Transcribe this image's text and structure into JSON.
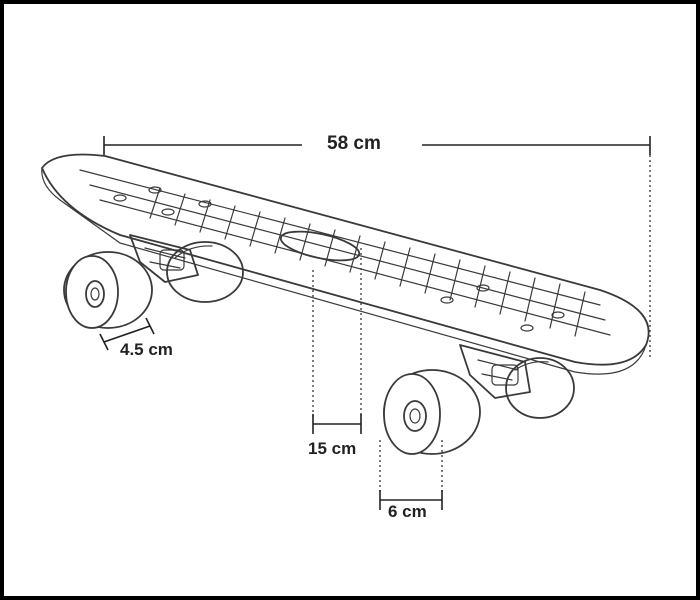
{
  "dimensions": {
    "length": "58 cm",
    "wheel_width": "4.5 cm",
    "deck_width": "15 cm",
    "wheel_diameter": "6 cm"
  },
  "colors": {
    "line": "#3a3a3a",
    "frame": "#000000",
    "background": "#ffffff"
  }
}
